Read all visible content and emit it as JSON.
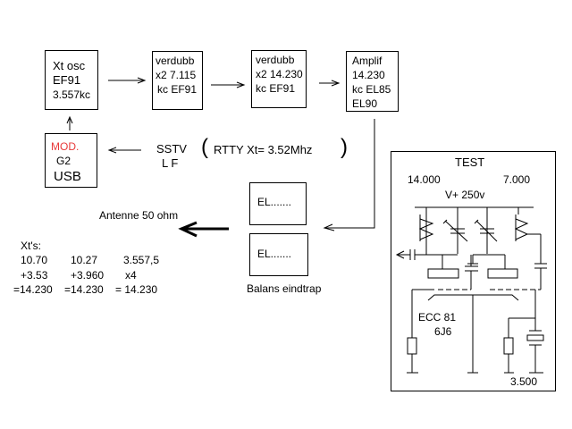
{
  "blocks": {
    "xtosc": {
      "lines": [
        "Xt osc",
        "EF91",
        "3.557kc"
      ]
    },
    "doubler1": {
      "lines": [
        "verdubb",
        "x2 7.115",
        "kc EF91"
      ]
    },
    "doubler2": {
      "lines": [
        "verdubb",
        "x2 14.230",
        "kc EF91"
      ]
    },
    "amplifier": {
      "lines": [
        "Amplif",
        "14.230",
        "kc EL85",
        "EL90"
      ]
    },
    "modulator": {
      "lines": [
        "MOD.",
        "G2",
        "USB"
      ]
    },
    "el_top": {
      "label": "EL......."
    },
    "el_bottom": {
      "label": "EL......."
    }
  },
  "labels": {
    "sstv": "SSTV",
    "lf": "L F",
    "rtty_open": "(",
    "rtty": "RTTY  Xt= 3.52Mhz",
    "rtty_close": ")",
    "antenna": "Antenne  50 ohm",
    "balans": "Balans  eindtrap"
  },
  "crystals": {
    "title": "Xt's:",
    "columns": [
      [
        "10.70",
        "+3.53",
        "=14.230"
      ],
      [
        "10.27",
        "+3.960",
        "=14.230"
      ],
      [
        "3.557,5",
        "x4",
        "= 14.230"
      ]
    ]
  },
  "test_panel": {
    "title": "TEST",
    "freq_left": "14.000",
    "freq_right": "7.000",
    "supply": "V+   250v",
    "tube_name": "ECC 81",
    "tube_alt": "6J6",
    "crystal_freq": "3.500"
  },
  "colors": {
    "mod_label": "#e83a3a"
  }
}
